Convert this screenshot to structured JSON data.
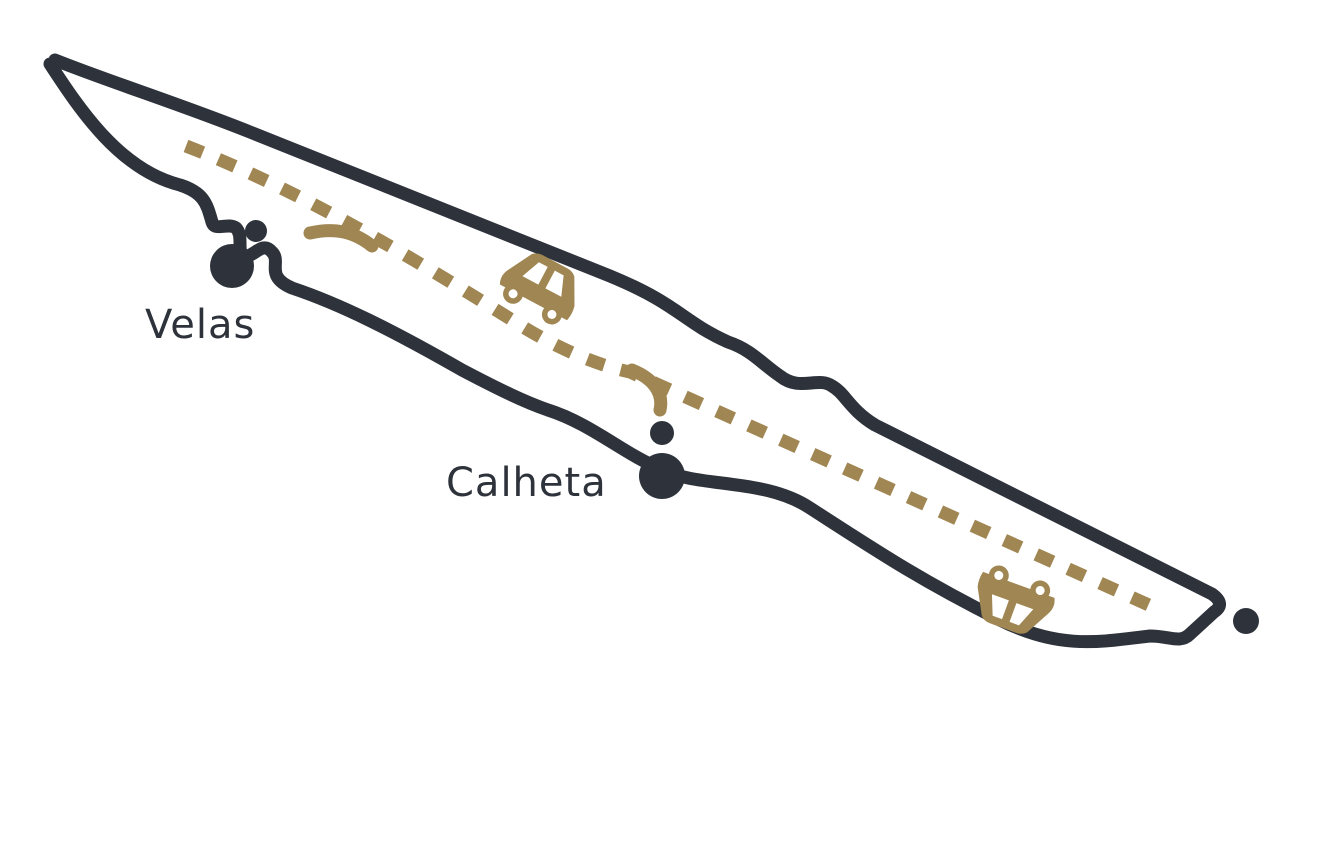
{
  "colors": {
    "outline": "#2e333b",
    "route": "#a08652",
    "background": "#ffffff"
  },
  "towns": [
    {
      "id": "velas",
      "label": "Velas"
    },
    {
      "id": "calheta",
      "label": "Calheta"
    }
  ],
  "icons": [
    {
      "id": "car-1",
      "name": "car-icon"
    },
    {
      "id": "car-2",
      "name": "car-icon"
    }
  ]
}
